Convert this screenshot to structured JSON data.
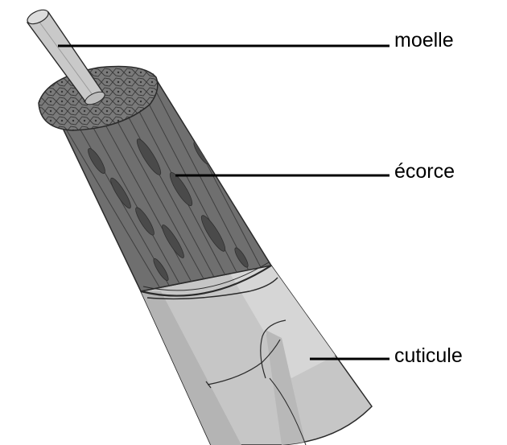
{
  "labels": {
    "moelle": "moelle",
    "ecorce": "écorce",
    "cuticule": "cuticule"
  },
  "colors": {
    "medulla": "#c9c9c9",
    "cortex": "#6e6e6e",
    "cortex_dark": "#4e4e4e",
    "cuticle": "#c8c8c8",
    "cuticle_light": "#d9d9d9",
    "outline": "#2a2a2a",
    "leader_line": "#000000"
  }
}
